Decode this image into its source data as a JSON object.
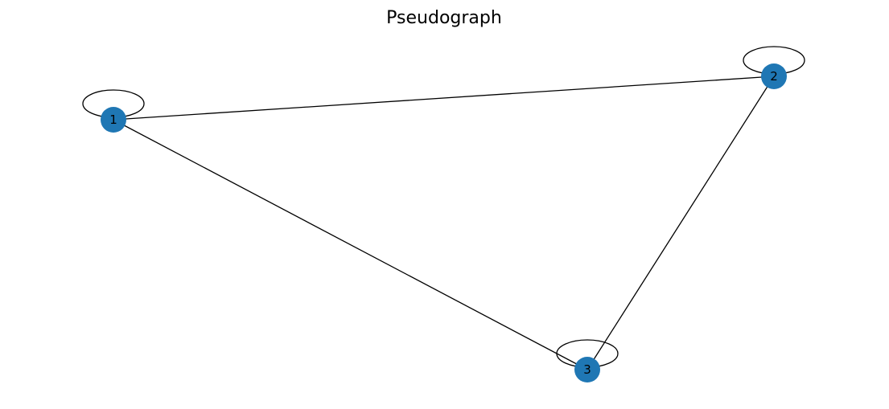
{
  "title": "Pseudograph",
  "node_color": "#1f77b4",
  "edge_color": "#000000",
  "nodes": [
    {
      "id": "1",
      "label": "1"
    },
    {
      "id": "2",
      "label": "2"
    },
    {
      "id": "3",
      "label": "3"
    }
  ],
  "edges": [
    {
      "source": "1",
      "target": "1"
    },
    {
      "source": "2",
      "target": "2"
    },
    {
      "source": "3",
      "target": "3"
    },
    {
      "source": "1",
      "target": "2"
    },
    {
      "source": "1",
      "target": "3"
    },
    {
      "source": "2",
      "target": "3"
    }
  ]
}
